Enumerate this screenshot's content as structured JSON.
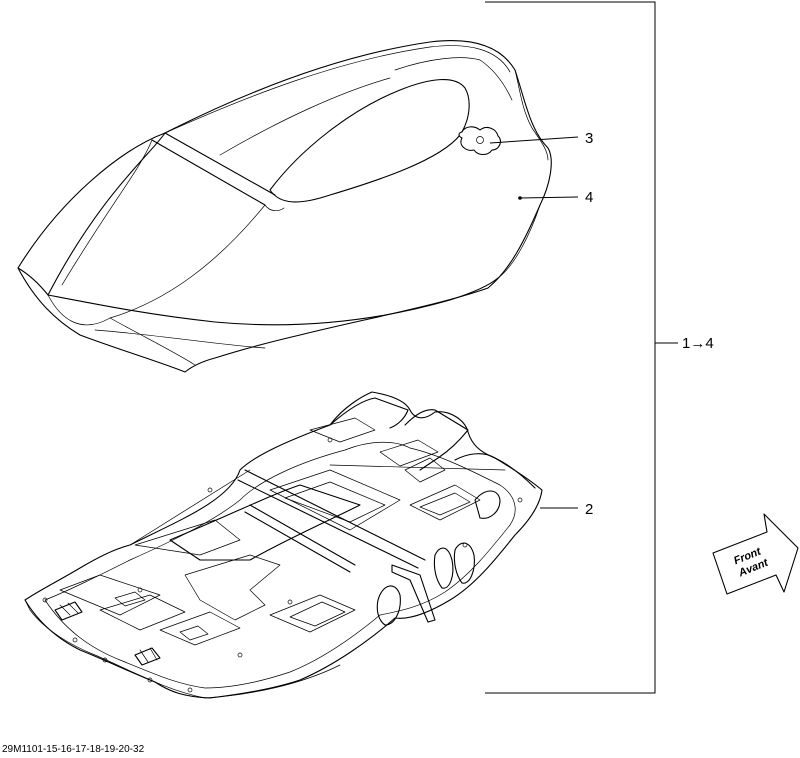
{
  "callouts": {
    "c3": "3",
    "c4": "4",
    "assembly": "1→4",
    "c2": "2"
  },
  "direction_arrow": {
    "line1": "Front",
    "line2": "Avant"
  },
  "figure_code": "29M1101-15-16-17-18-19-20-32"
}
